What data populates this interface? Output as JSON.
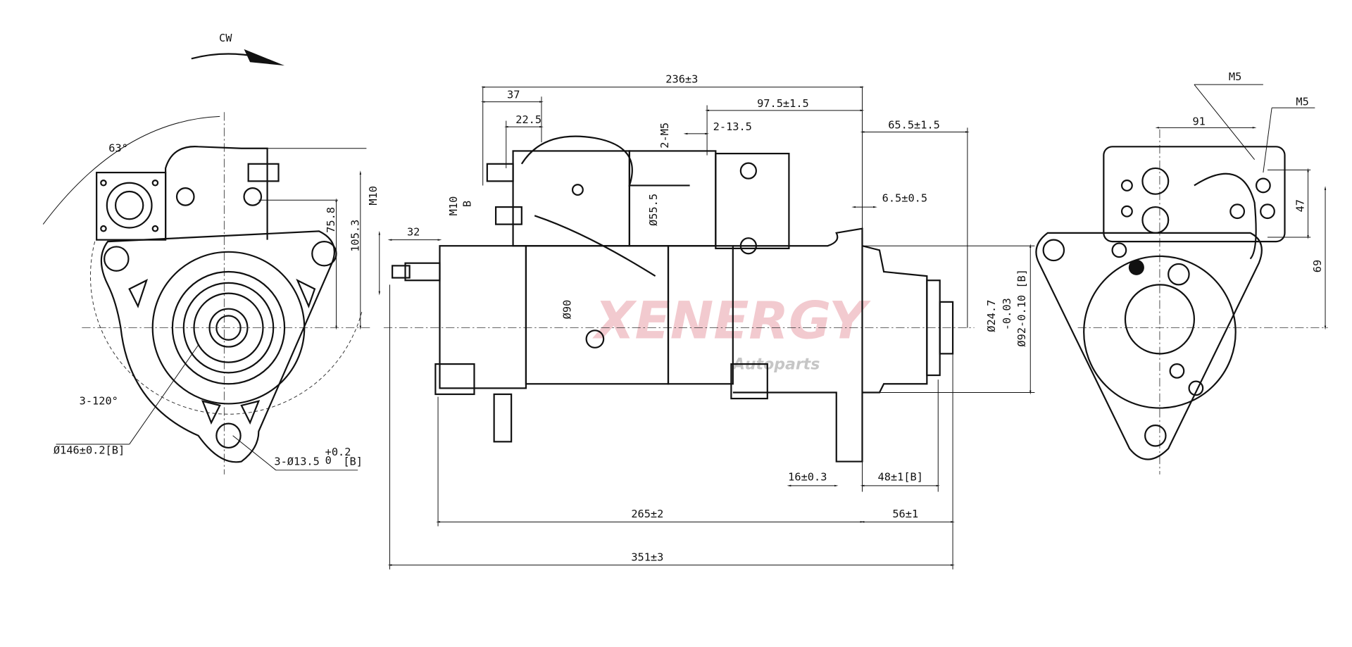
{
  "rotation": {
    "label": "CW"
  },
  "front_view": {
    "angle_label": "63°",
    "spacing_label": "3-120°",
    "pilot_diameter": "Ø146±0.2[B]",
    "hole_label": "3-Ø13.5",
    "hole_tol_upper": "+0.2",
    "hole_tol_lower": "0",
    "hole_datum": "[B]",
    "dim_75_8": "75.8",
    "dim_105_3": "105.3",
    "dim_m10": "M10"
  },
  "side_view": {
    "overall_top": "236±3",
    "dim_37": "37",
    "dim_22_5": "22.5",
    "dim_97_5": "97.5±1.5",
    "dim_2m5": "2-M5",
    "dim_2_13_5": "2-13.5",
    "dim_65_5": "65.5±1.5",
    "terminal_m10": "M10",
    "terminal_b": "B",
    "dia_55_5": "Ø55.5",
    "dim_6_5": "6.5±0.5",
    "dim_32": "32",
    "dia_90": "Ø90",
    "dia_24_7": "Ø24.7",
    "dia_92_tol": "-0.03",
    "dia_92": "Ø92-0.10 [B]",
    "dim_16": "16±0.3",
    "dim_48": "48±1[B]",
    "dim_265": "265±2",
    "dim_56": "56±1",
    "dim_351": "351±3"
  },
  "rear_view": {
    "m5_a": "M5",
    "m5_b": "M5",
    "dim_91": "91",
    "dim_47": "47",
    "dim_69": "69"
  },
  "watermark": {
    "brand": "XENERGY",
    "sub": "Autoparts",
    "color": "#e8a0a8"
  }
}
